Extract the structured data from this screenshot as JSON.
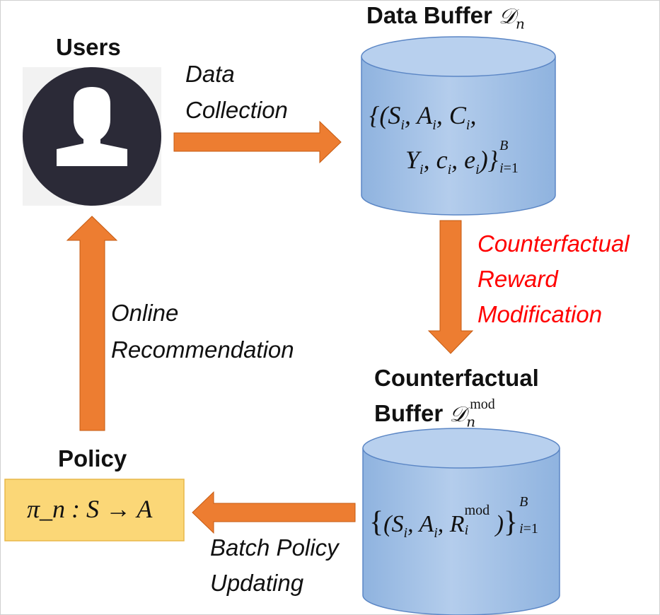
{
  "nodes": {
    "users": {
      "label": "Users"
    },
    "data_buffer": {
      "title": "Data Buffer",
      "symbol": "𝒟",
      "symbol_sub": "n"
    },
    "cf_buffer": {
      "title_line1": "Counterfactual",
      "title_line2": "Buffer",
      "symbol": "𝒟",
      "symbol_sub": "n",
      "symbol_sup": "mod"
    },
    "policy": {
      "label": "Policy",
      "formula": "π_n : S → A"
    }
  },
  "edges": {
    "data_collection": {
      "line1": "Data",
      "line2": "Collection"
    },
    "cf_reward": {
      "line1": "Counterfactual",
      "line2": "Reward",
      "line3": "Modification"
    },
    "batch_policy": {
      "line1": "Batch Policy",
      "line2": "Updating"
    },
    "online_rec": {
      "line1": "Online",
      "line2": "Recommendation"
    }
  },
  "colors": {
    "arrow": "#ed7d31",
    "cylinder_fill": "#a9c5e8",
    "cylinder_stroke": "#5b86c5",
    "policy_fill": "#fbd777",
    "policy_stroke": "#e8b84a",
    "emphasis": "#ff0000"
  }
}
